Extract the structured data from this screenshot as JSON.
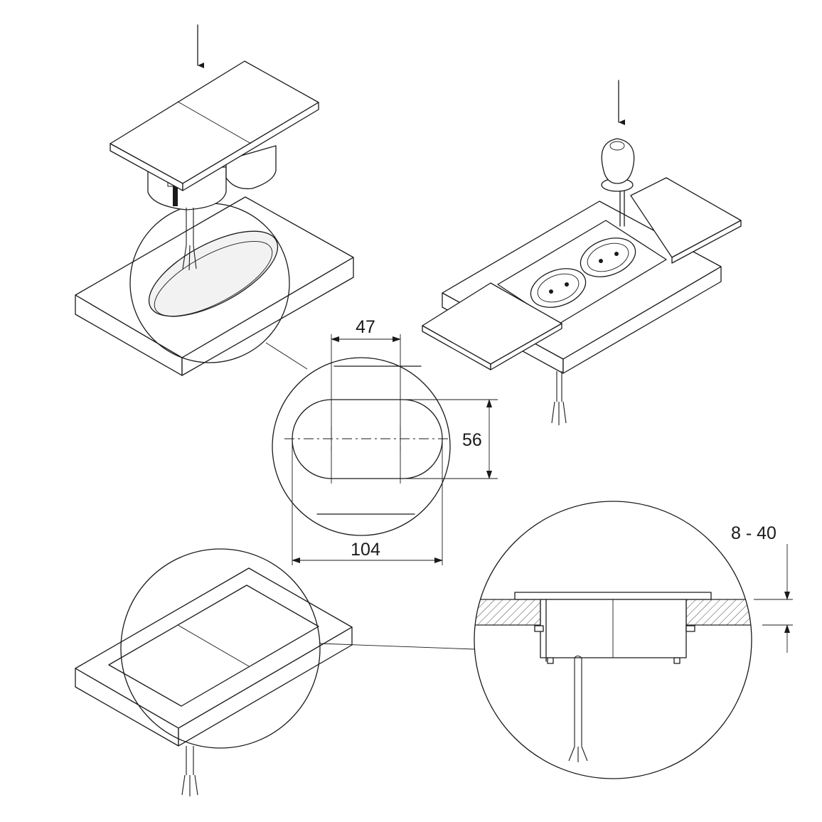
{
  "dimensions": {
    "width": "47",
    "height": "56",
    "length": "104",
    "thickness": "8 - 40"
  },
  "colors": {
    "line": "#1a1a1a",
    "background": "#ffffff",
    "hatch": "#1a1a1a"
  },
  "icons": [
    "down-arrow-icon",
    "socket-icon",
    "mallet-icon",
    "cable-icon"
  ]
}
